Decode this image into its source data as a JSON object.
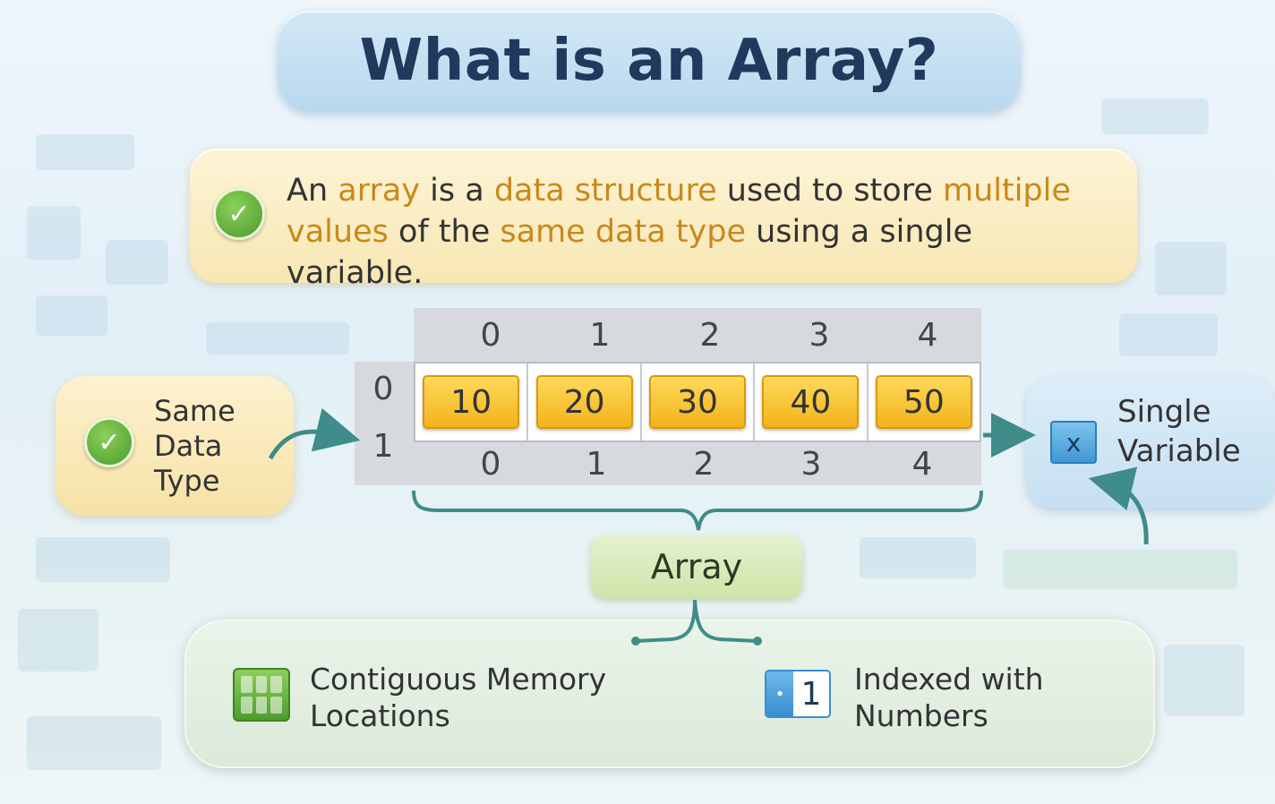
{
  "title": "What is an Array?",
  "definition": {
    "parts": [
      {
        "text": "An ",
        "highlight": false
      },
      {
        "text": "array",
        "highlight": true
      },
      {
        "text": " is a ",
        "highlight": false
      },
      {
        "text": "data structure",
        "highlight": true
      },
      {
        "text": " used to store ",
        "highlight": false
      },
      {
        "text": "multiple values",
        "highlight": true
      },
      {
        "text": " of the ",
        "highlight": false
      },
      {
        "text": "same data type",
        "highlight": true
      },
      {
        "text": " using a single variable.",
        "highlight": false
      }
    ],
    "icon": "check-icon"
  },
  "array": {
    "top_indices": [
      "0",
      "1",
      "2",
      "3",
      "4"
    ],
    "row_indices": [
      "0",
      "1"
    ],
    "values": [
      "10",
      "20",
      "30",
      "40",
      "50"
    ],
    "bottom_indices": [
      "0",
      "1",
      "2",
      "3",
      "4"
    ],
    "label": "Array"
  },
  "same_data_type": {
    "line1": "Same",
    "line2": "Data",
    "line3": "Type",
    "icon": "check-icon"
  },
  "single_variable": {
    "line1": "Single",
    "line2": "Variable",
    "icon_text": "x",
    "icon": "variable-x-icon"
  },
  "features": [
    {
      "line1": "Contiguous Memory",
      "line2": "Locations",
      "icon": "memory-grid-icon"
    },
    {
      "line1": "Indexed with",
      "line2": "Numbers",
      "icon": "index-number-icon",
      "icon_text": "1"
    }
  ],
  "colors": {
    "highlight": "#c8891a",
    "title": "#1f3a5c",
    "value_cell": "#f2b31c",
    "connector": "#3f8c8a"
  }
}
